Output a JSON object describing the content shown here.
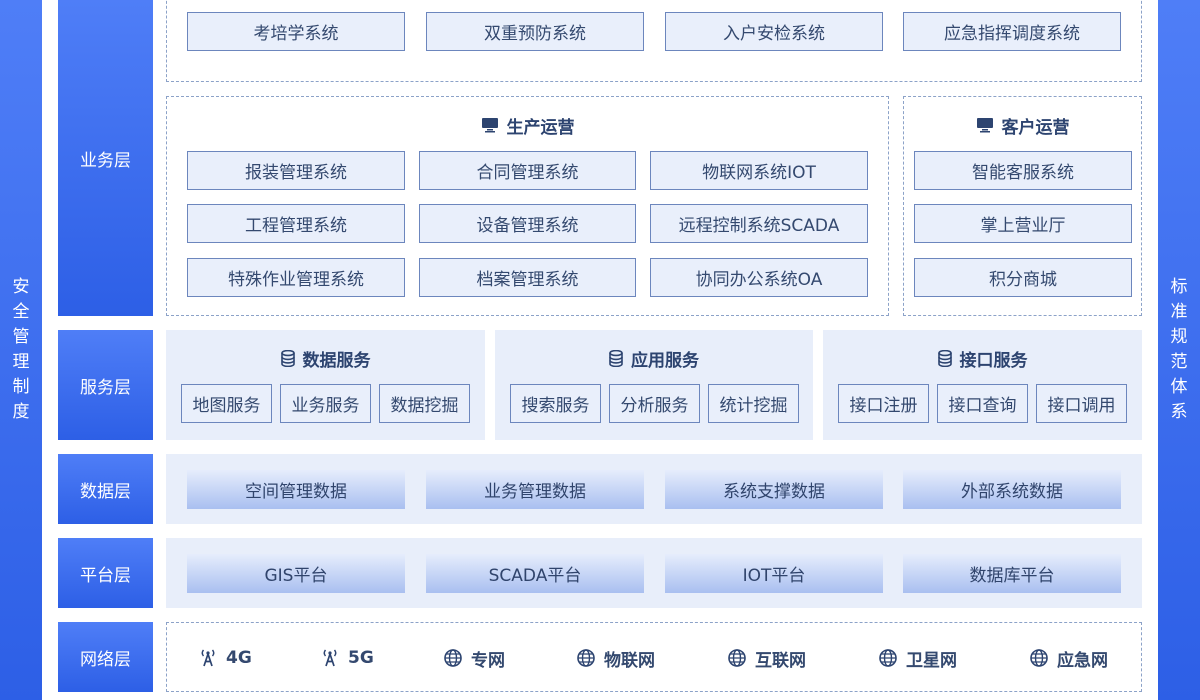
{
  "side_left": "安全管理制度",
  "side_right": "标准规范体系",
  "layers": {
    "business": "业务层",
    "service": "服务层",
    "data": "数据层",
    "platform": "平台层",
    "network": "网络层"
  },
  "business_top": [
    "考培学系统",
    "双重预防系统",
    "入户安检系统",
    "应急指挥调度系统"
  ],
  "production": {
    "title": "生产运营",
    "rows": [
      [
        "报装管理系统",
        "合同管理系统",
        "物联网系统IOT"
      ],
      [
        "工程管理系统",
        "设备管理系统",
        "远程控制系统SCADA"
      ],
      [
        "特殊作业管理系统",
        "档案管理系统",
        "协同办公系统OA"
      ]
    ]
  },
  "customer": {
    "title": "客户运营",
    "items": [
      "智能客服系统",
      "掌上营业厅",
      "积分商城"
    ]
  },
  "services": [
    {
      "title": "数据服务",
      "items": [
        "地图服务",
        "业务服务",
        "数据挖掘"
      ]
    },
    {
      "title": "应用服务",
      "items": [
        "搜索服务",
        "分析服务",
        "统计挖掘"
      ]
    },
    {
      "title": "接口服务",
      "items": [
        "接口注册",
        "接口查询",
        "接口调用"
      ]
    }
  ],
  "data_items": [
    "空间管理数据",
    "业务管理数据",
    "系统支撑数据",
    "外部系统数据"
  ],
  "platform_items": [
    "GIS平台",
    "SCADA平台",
    "IOT平台",
    "数据库平台"
  ],
  "network_items": [
    {
      "label": "4G",
      "icon": "signal-tower-icon"
    },
    {
      "label": "5G",
      "icon": "signal-tower-icon"
    },
    {
      "label": "专网",
      "icon": "globe-icon"
    },
    {
      "label": "物联网",
      "icon": "globe-icon"
    },
    {
      "label": "互联网",
      "icon": "globe-icon"
    },
    {
      "label": "卫星网",
      "icon": "globe-icon"
    },
    {
      "label": "应急网",
      "icon": "globe-icon"
    }
  ]
}
